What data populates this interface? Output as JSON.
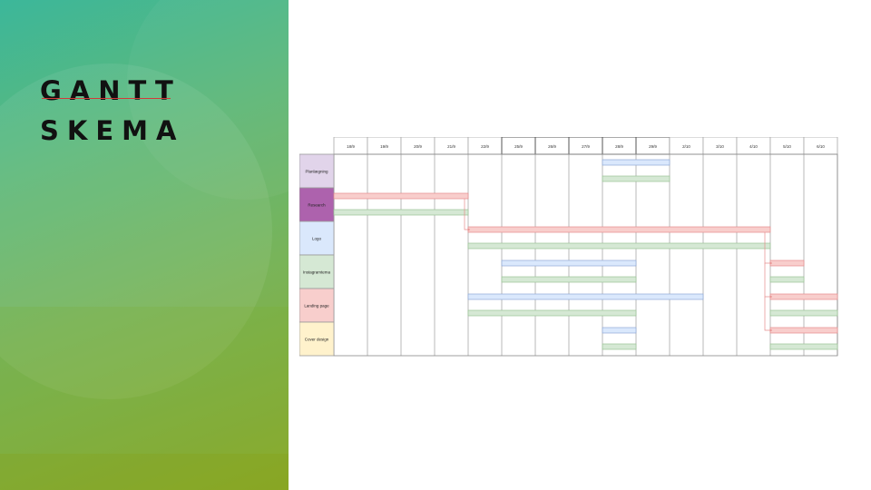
{
  "slide": {
    "title_line1": "GANTT",
    "title_line2": "SKEMA"
  },
  "chart_data": {
    "type": "gantt",
    "dates": [
      "18/9",
      "19/9",
      "20/9",
      "21/9",
      "22/9",
      "25/9",
      "26/9",
      "27/9",
      "28/9",
      "29/9",
      "2/10",
      "3/10",
      "4/10",
      "5/10",
      "6/10"
    ],
    "tasks": [
      {
        "name": "Planlægning",
        "color": "#e1d4ea",
        "bars": [
          {
            "kind": "planned",
            "start": 8,
            "end": 10
          },
          {
            "kind": "actual",
            "start": 8,
            "end": 10
          }
        ]
      },
      {
        "name": "Research",
        "color": "#ad62ad",
        "bars": [
          {
            "kind": "planned",
            "start": 0,
            "end": 4
          },
          {
            "kind": "actual",
            "start": 0,
            "end": 4
          }
        ]
      },
      {
        "name": "Logo",
        "color": "#dae8fc",
        "bars": [
          {
            "kind": "planned",
            "start": 4,
            "end": 13
          },
          {
            "kind": "actual",
            "start": 4,
            "end": 13
          }
        ]
      },
      {
        "name": "Instagramtema",
        "color": "#d5e8d4",
        "bars": [
          {
            "kind": "planned",
            "start": 5,
            "end": 9
          },
          {
            "kind": "actual",
            "start": 5,
            "end": 9
          },
          {
            "kind": "planned",
            "start": 13,
            "end": 14
          },
          {
            "kind": "actual",
            "start": 13,
            "end": 14
          }
        ]
      },
      {
        "name": "Landing page",
        "color": "#f8cecc",
        "bars": [
          {
            "kind": "planned",
            "start": 4,
            "end": 11
          },
          {
            "kind": "actual",
            "start": 4,
            "end": 9
          },
          {
            "kind": "planned",
            "start": 13,
            "end": 15
          },
          {
            "kind": "actual",
            "start": 13,
            "end": 15
          }
        ]
      },
      {
        "name": "Cover design",
        "color": "#fff2cc",
        "bars": [
          {
            "kind": "planned",
            "start": 8,
            "end": 9
          },
          {
            "kind": "actual",
            "start": 8,
            "end": 9
          },
          {
            "kind": "planned",
            "start": 13,
            "end": 15
          },
          {
            "kind": "actual",
            "start": 13,
            "end": 15
          }
        ]
      }
    ],
    "colors": {
      "red_fill": "#f8cecc",
      "red_stroke": "#e58c8c",
      "blue_fill": "#dae8fc",
      "blue_stroke": "#8fa9d8",
      "green_fill": "#d5e8d4",
      "green_stroke": "#9bc495",
      "grid": "#a8a8a8"
    }
  }
}
